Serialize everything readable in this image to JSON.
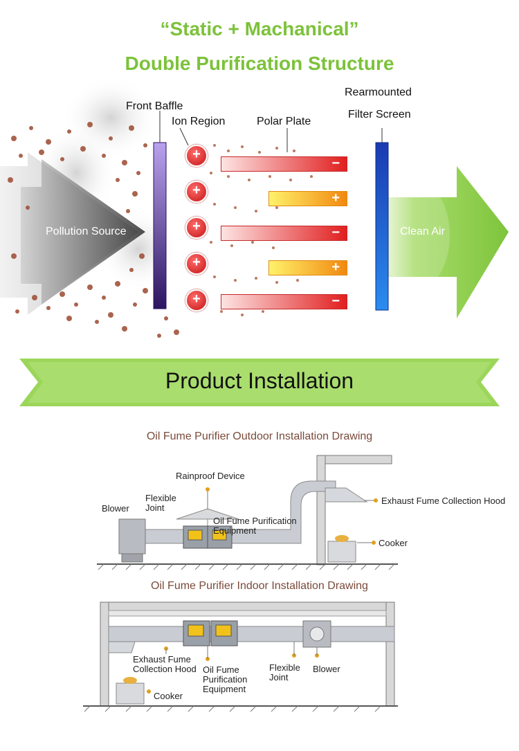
{
  "header": {
    "title_line1": "“Static + Machanical”",
    "title_line2": "Double Purification Structure"
  },
  "structure": {
    "pollution_source": "Pollution Source",
    "front_baffle": "Front Baffle",
    "ion_region": "Ion Region",
    "polar_plate": "Polar Plate",
    "rearmounted": "Rearmounted",
    "filter_screen": "Filter Screen",
    "clean_air": "Clean Air",
    "ion_symbol": "+",
    "plates": [
      {
        "polarity": "−",
        "color": "red"
      },
      {
        "polarity": "+",
        "color": "yellow"
      },
      {
        "polarity": "−",
        "color": "red"
      },
      {
        "polarity": "+",
        "color": "yellow"
      },
      {
        "polarity": "−",
        "color": "red"
      }
    ]
  },
  "banner": {
    "label": "Product Installation"
  },
  "outdoor": {
    "title": "Oil Fume Purifier Outdoor Installation Drawing",
    "rainproof": "Rainproof Device",
    "blower": "Blower",
    "flexible_1": "Flexible",
    "flexible_2": "Joint",
    "equipment_1": "Oil Fume Purification",
    "equipment_2": "Equipment",
    "hood": "Exhaust Fume Collection Hood",
    "cooker": "Cooker"
  },
  "indoor": {
    "title": "Oil Fume Purifier Indoor Installation Drawing",
    "hood_1": "Exhaust Fume",
    "hood_2": "Collection Hood",
    "equipment_1": "Oil Fume",
    "equipment_2": "Purification",
    "equipment_3": "Equipment",
    "flexible_1": "Flexible",
    "flexible_2": "Joint",
    "blower": "Blower",
    "cooker": "Cooker"
  },
  "colors": {
    "accent_green": "#7cc23a",
    "plate_red": "#e53935",
    "plate_yellow": "#fbc02d",
    "filter_blue": "#1e5bd8",
    "baffle_purple": "#4a2a8a"
  }
}
